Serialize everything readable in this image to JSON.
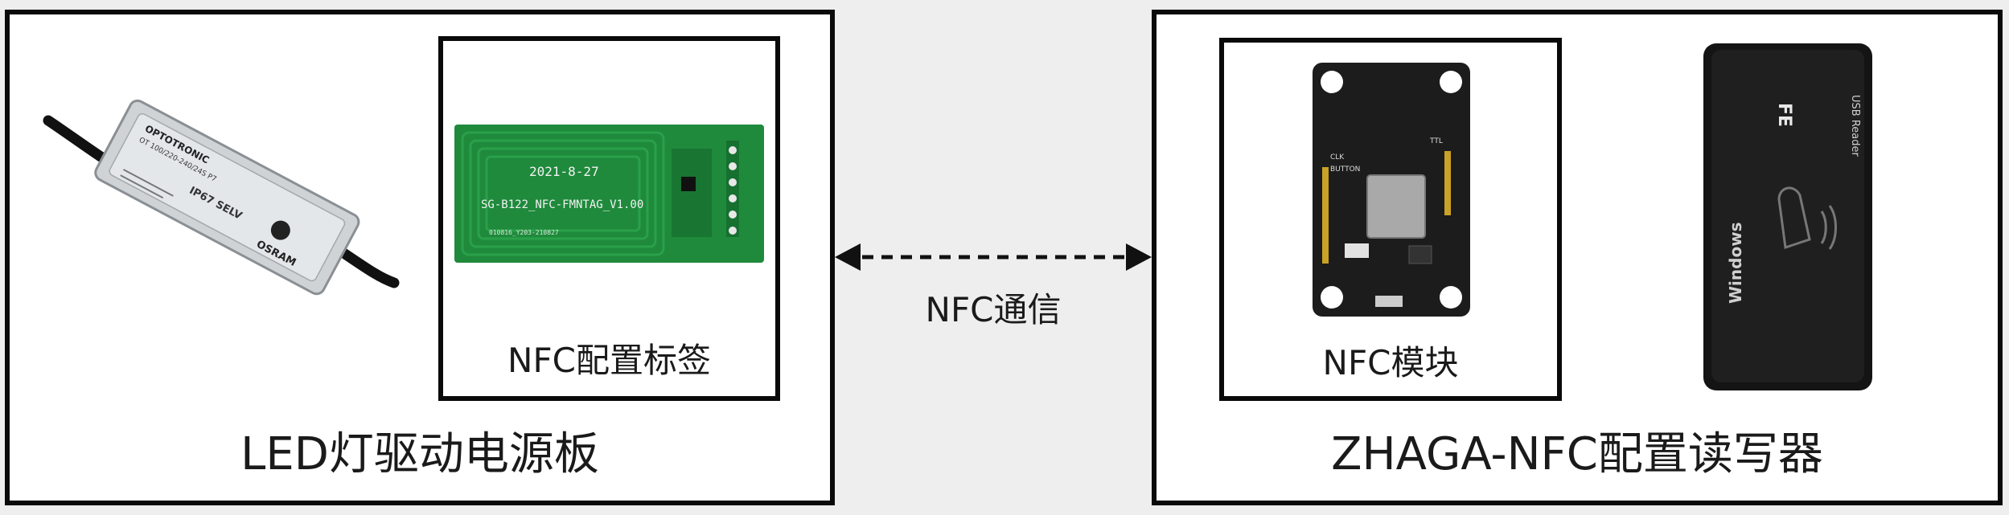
{
  "left_panel": {
    "title": "LED灯驱动电源板",
    "driver": {
      "brand": "OSRAM",
      "model_line": "OPTOTRONIC",
      "model": "OT 100/220-240/24S P7",
      "marks": "IP67 SELV"
    },
    "tag_box": {
      "label": "NFC配置标签",
      "pcb_date": "2021-8-27",
      "pcb_name": "SG-B122_NFC-FMNTAG_V1.00",
      "pcb_code": "010816_Y203-210827"
    }
  },
  "connection": {
    "label": "NFC通信"
  },
  "right_panel": {
    "title": "ZHAGA-NFC配置读写器",
    "module_box": {
      "label": "NFC模块",
      "silkscreen_button": "BUTTON",
      "silkscreen_clk": "CLK",
      "silkscreen_ttl": "TTL"
    },
    "reader": {
      "logo": "FE",
      "brand_text": "USB Reader",
      "side_text": "Windows"
    }
  },
  "colors": {
    "border": "#0a0a0a",
    "pcb_green": "#1f8a3c",
    "module_black": "#1c1c1c",
    "reader_black": "#141414",
    "driver_silver": "#cfd3d6",
    "background": "#eeeeee"
  }
}
